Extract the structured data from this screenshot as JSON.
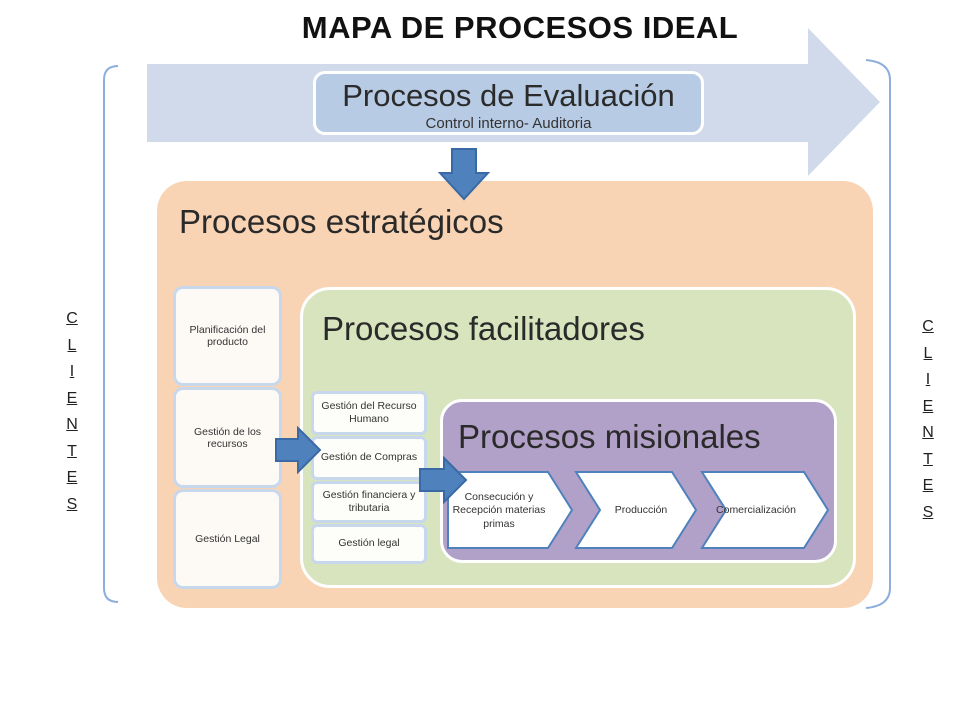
{
  "title": "MAPA DE PROCESOS IDEAL",
  "evaluacion": {
    "title": "Procesos de Evaluación",
    "subtitle": "Control interno- Auditoria"
  },
  "estrategicos": {
    "title": "Procesos estratégicos",
    "items": [
      "Planificación del producto",
      "Gestión de los recursos",
      "Gestión Legal"
    ]
  },
  "facilitadores": {
    "title": "Procesos facilitadores",
    "items": [
      "Gestión del Recurso Humano",
      "Gestión de Compras",
      "Gestión financiera y tributaria",
      "Gestión legal"
    ]
  },
  "misionales": {
    "title": "Procesos misionales",
    "steps": [
      "Consecución y Recepción materias primas",
      "Producción",
      "Comercialización"
    ]
  },
  "clientes_left": [
    "C",
    "L",
    "I",
    "E",
    "N",
    "T",
    "E",
    "S"
  ],
  "clientes_right": [
    "C",
    "L",
    "I",
    "E",
    "N",
    "T",
    "E",
    "S"
  ],
  "colors": {
    "big_arrow": "#d1daea",
    "down_arrow": "#4f81bd",
    "estrategicos_bg": "#f9d4b4",
    "facilitadores_bg": "#d7e4bd",
    "misionales_bg": "#b1a0c7",
    "evaluacion_bg": "#b8cbe4"
  }
}
